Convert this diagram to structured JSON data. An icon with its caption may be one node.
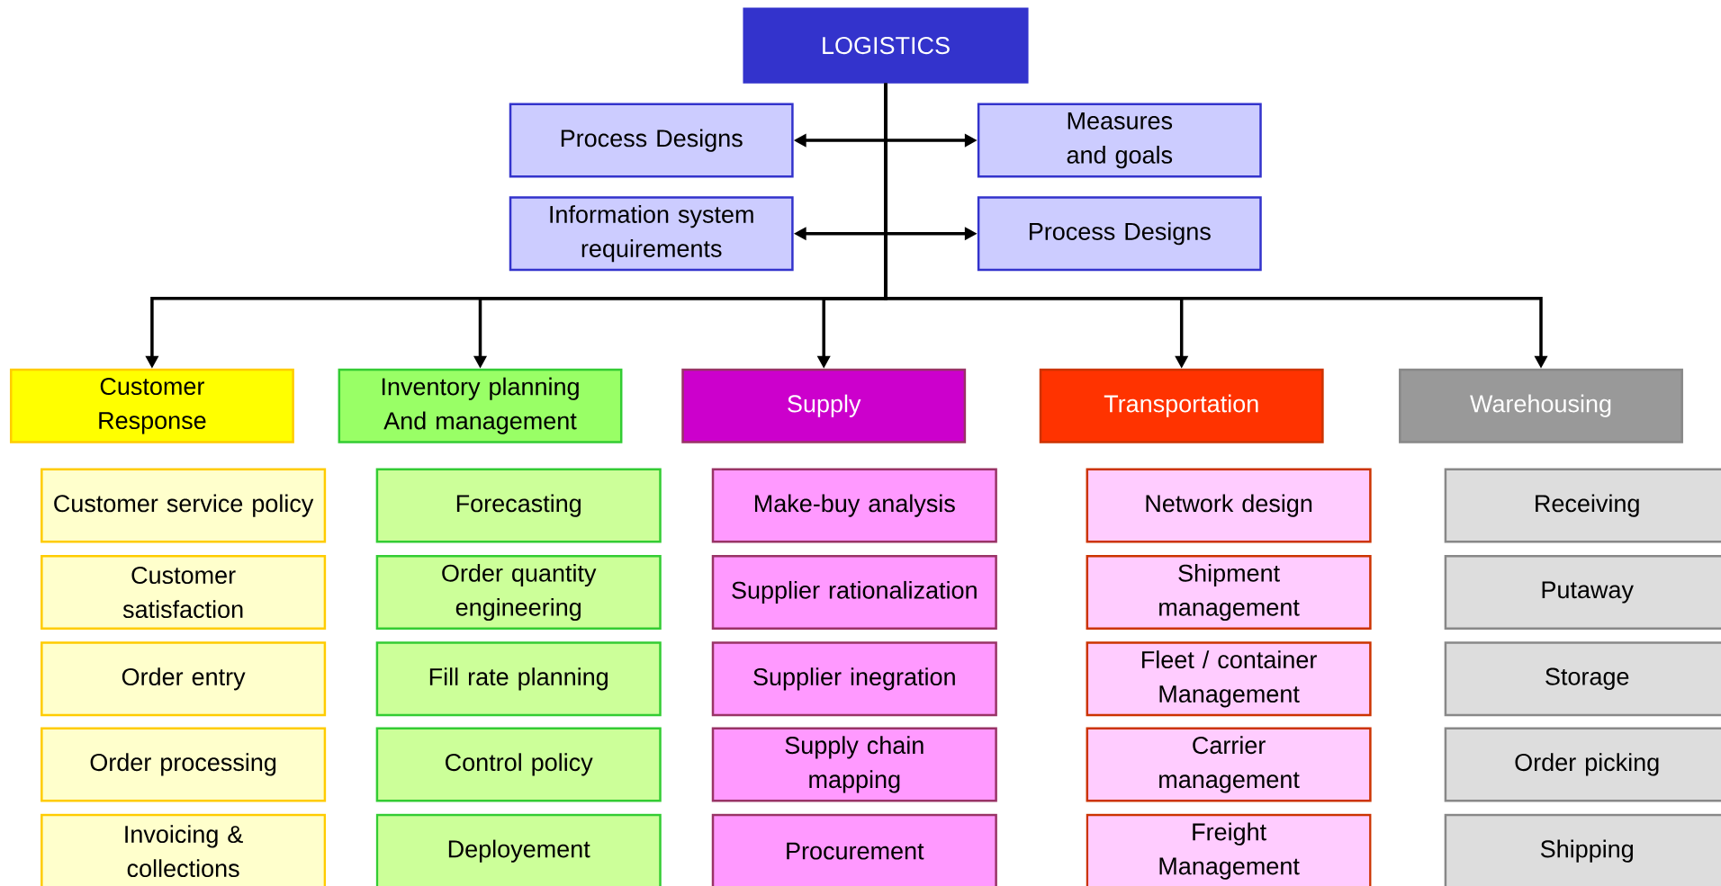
{
  "diagram": {
    "nodes": [
      {
        "text": [
          "LOGISTICS"
        ]
      },
      {
        "text": [
          "Process Designs"
        ]
      },
      {
        "text": [
          "Measures and goals"
        ]
      },
      {
        "text": [
          "Information system requirements"
        ]
      },
      {
        "text": [
          "Process Designs"
        ]
      },
      {
        "text": [
          "Customer Response"
        ]
      },
      {
        "text": [
          "Inventory planning And management"
        ]
      },
      {
        "text": [
          "Supply"
        ]
      },
      {
        "text": [
          "Transportation"
        ]
      },
      {
        "text": [
          "Warehousing"
        ]
      },
      {
        "text": [
          "Customer service policy"
        ]
      },
      {
        "text": [
          "Forecasting"
        ]
      },
      {
        "text": [
          "Make-buy analysis"
        ]
      },
      {
        "text": [
          "Network design"
        ]
      },
      {
        "text": [
          "Receiving"
        ]
      },
      {
        "text": [
          "Customer satisfaction"
        ]
      },
      {
        "text": [
          "Order quantity engineering"
        ]
      },
      {
        "text": [
          "Supplier rationalization"
        ]
      },
      {
        "text": [
          "Shipment management"
        ]
      },
      {
        "text": [
          "Putaway"
        ]
      },
      {
        "text": [
          "Order entry"
        ]
      },
      {
        "text": [
          "Fill rate planning"
        ]
      },
      {
        "text": [
          "Supplier inegration"
        ]
      },
      {
        "text": [
          "Fleet / container Management"
        ]
      },
      {
        "text": [
          "Storage"
        ]
      },
      {
        "text": [
          "Order processing"
        ]
      },
      {
        "text": [
          "Control policy"
        ]
      },
      {
        "text": [
          "Supply chain mapping"
        ]
      },
      {
        "text": [
          "Carrier management"
        ]
      },
      {
        "text": [
          "Order picking"
        ]
      },
      {
        "text": [
          "Invoicing & collections"
        ]
      },
      {
        "text": [
          "Deployement"
        ]
      },
      {
        "text": [
          "Procurement"
        ]
      },
      {
        "text": [
          "Freight Management"
        ]
      },
      {
        "text": [
          "Shipping"
        ]
      }
    ],
    "edges": [
      {
        "from": 1,
        "to": 2,
        "arrow": "both"
      },
      {
        "from": 3,
        "to": 4,
        "arrow": "both"
      },
      {
        "from": 0,
        "to": 5,
        "arrow": "to"
      },
      {
        "from": 0,
        "to": 6,
        "arrow": "to"
      },
      {
        "from": 0,
        "to": 7,
        "arrow": "to"
      },
      {
        "from": 0,
        "to": 8,
        "arrow": "to"
      },
      {
        "from": 0,
        "to": 9,
        "arrow": "to"
      }
    ]
  }
}
